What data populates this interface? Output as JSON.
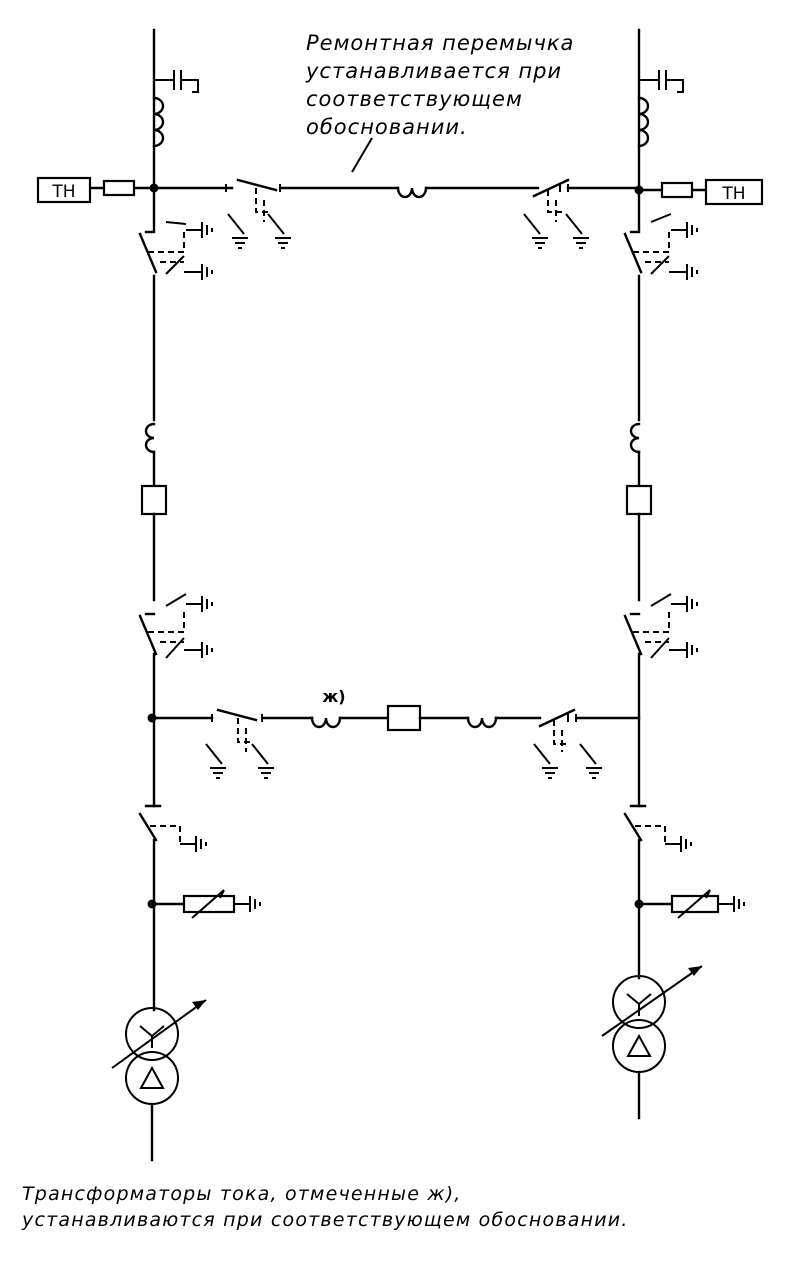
{
  "labels": {
    "vt_left": "ТН",
    "vt_right": "ТН",
    "ct_mark": "ж)"
  },
  "note": {
    "lines": [
      "Ремонтная перемычка",
      "устанавливается при",
      "соответствующем",
      "обосновании."
    ]
  },
  "footnote": {
    "lines": [
      "Трансформаторы тока, отмеченные ж),",
      "устанавливаются при соответствующем обосновании."
    ]
  }
}
